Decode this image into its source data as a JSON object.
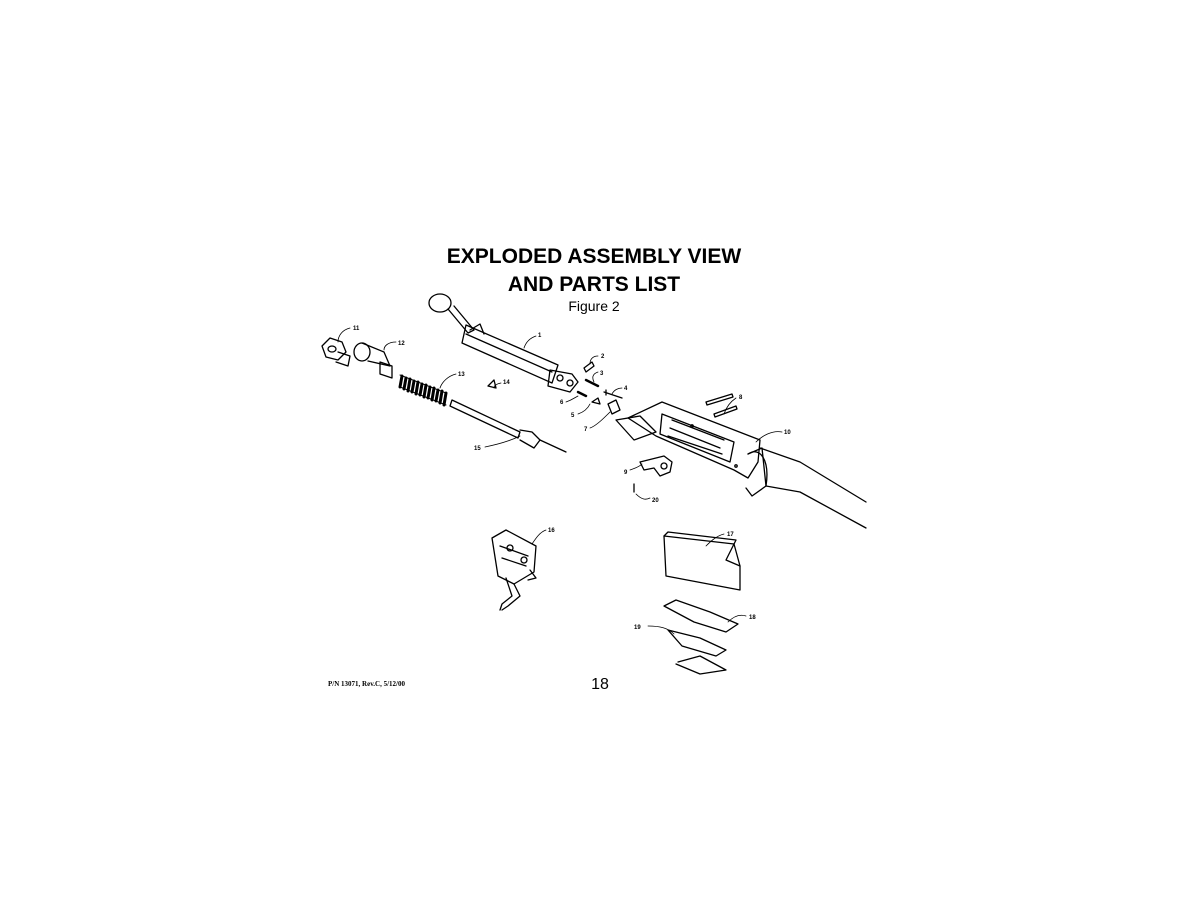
{
  "title_line1": "EXPLODED ASSEMBLY VIEW",
  "title_line2": "AND PARTS LIST",
  "figure_label": "Figure 2",
  "page_number": "18",
  "doc_reference": "P/N 13071, Rev.C, 5/12/00",
  "callouts": {
    "c1": "1",
    "c2": "2",
    "c3": "3",
    "c4": "4",
    "c5": "5",
    "c6": "6",
    "c7": "7",
    "c8": "8",
    "c9": "9",
    "c10": "10",
    "c11": "11",
    "c12": "12",
    "c13": "13",
    "c14": "14",
    "c15": "15",
    "c16": "16",
    "c17": "17",
    "c18": "18",
    "c19": "19",
    "c20": "20"
  }
}
